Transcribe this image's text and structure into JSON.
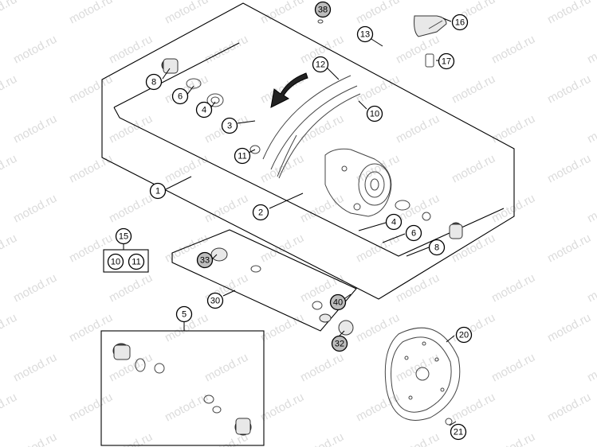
{
  "watermark": "motod.ru",
  "callouts": [
    {
      "id": "c1",
      "label": "1",
      "highlight": false
    },
    {
      "id": "c2",
      "label": "2",
      "highlight": false
    },
    {
      "id": "c3",
      "label": "3",
      "highlight": false
    },
    {
      "id": "c4a",
      "label": "4",
      "highlight": false
    },
    {
      "id": "c4b",
      "label": "4",
      "highlight": false
    },
    {
      "id": "c5",
      "label": "5",
      "highlight": false
    },
    {
      "id": "c6a",
      "label": "6",
      "highlight": false
    },
    {
      "id": "c6b",
      "label": "6",
      "highlight": false
    },
    {
      "id": "c8a",
      "label": "8",
      "highlight": false
    },
    {
      "id": "c8b",
      "label": "8",
      "highlight": false
    },
    {
      "id": "c10a",
      "label": "10",
      "highlight": false
    },
    {
      "id": "c10b",
      "label": "10",
      "highlight": false
    },
    {
      "id": "c11a",
      "label": "11",
      "highlight": false
    },
    {
      "id": "c11b",
      "label": "11",
      "highlight": false
    },
    {
      "id": "c12",
      "label": "12",
      "highlight": false
    },
    {
      "id": "c13",
      "label": "13",
      "highlight": false
    },
    {
      "id": "c15",
      "label": "15",
      "highlight": false
    },
    {
      "id": "c16",
      "label": "16",
      "highlight": false
    },
    {
      "id": "c17",
      "label": "17",
      "highlight": false
    },
    {
      "id": "c20",
      "label": "20",
      "highlight": false
    },
    {
      "id": "c21",
      "label": "21",
      "highlight": false
    },
    {
      "id": "c30",
      "label": "30",
      "highlight": false
    },
    {
      "id": "c32",
      "label": "32",
      "highlight": true
    },
    {
      "id": "c33",
      "label": "33",
      "highlight": true
    },
    {
      "id": "c38",
      "label": "38",
      "highlight": true
    },
    {
      "id": "c40",
      "label": "40",
      "highlight": true
    }
  ]
}
